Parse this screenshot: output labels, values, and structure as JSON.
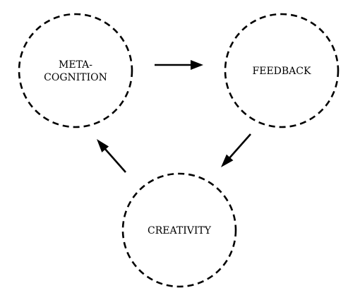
{
  "nodes": {
    "metacognition": {
      "line1": "META-",
      "line2": "COGNITION"
    },
    "feedback": {
      "label": "FEEDBACK"
    },
    "creativity": {
      "label": "CREATIVITY"
    }
  },
  "edges": [
    {
      "from": "metacognition",
      "to": "feedback"
    },
    {
      "from": "feedback",
      "to": "creativity"
    },
    {
      "from": "creativity",
      "to": "metacognition"
    }
  ],
  "colors": {
    "stroke": "#000000",
    "background": "#ffffff"
  }
}
